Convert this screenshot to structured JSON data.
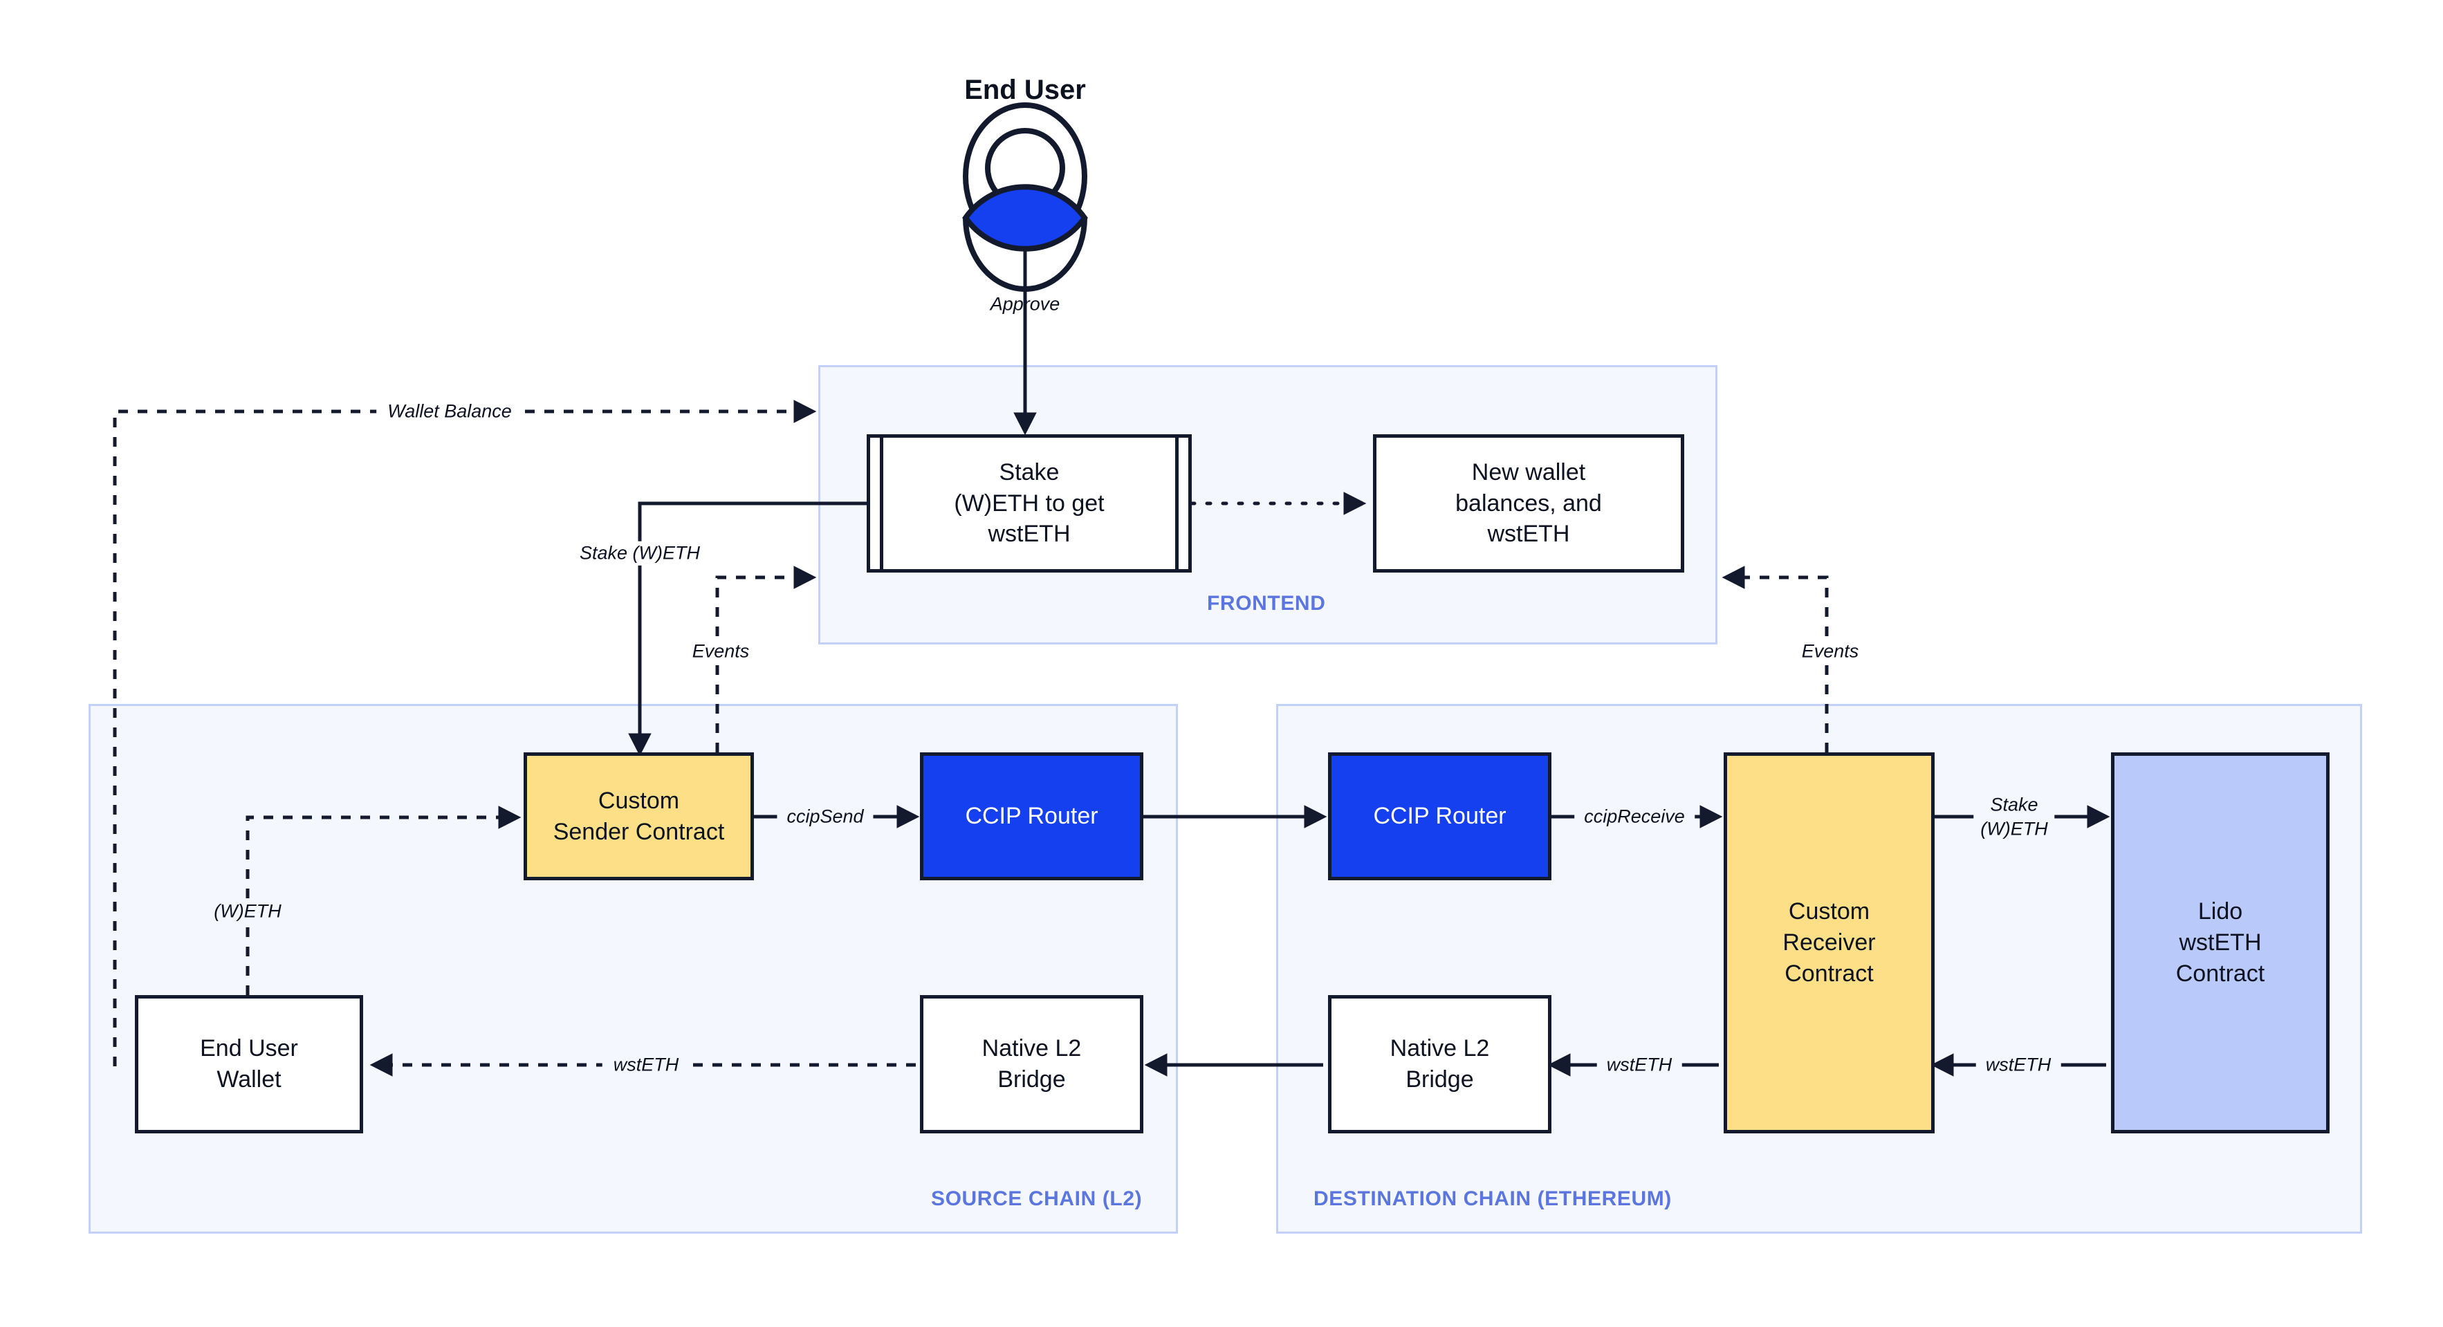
{
  "diagram": {
    "title": "CCIP cross-chain wstETH staking architecture",
    "colors": {
      "ccip_blue": "#1440f0",
      "contract_yellow": "#fcdf87",
      "lido_blue": "#b9c9fa",
      "zone_fill": "#f5f7fe",
      "zone_border": "#c3d0fb",
      "zone_label": "#5b76de",
      "stroke": "#141a2e",
      "avatar_blue": "#1440f0"
    }
  },
  "actor": {
    "label": "End User",
    "icon": "user-avatar-icon"
  },
  "zones": [
    {
      "id": "frontend",
      "label": "FRONTEND"
    },
    {
      "id": "source",
      "label": "SOURCE CHAIN (L2)"
    },
    {
      "id": "destination",
      "label": "DESTINATION CHAIN (ETHEREUM)"
    }
  ],
  "nodes": [
    {
      "id": "stake-ui",
      "label": "Stake\n(W)ETH to get\nwstETH",
      "zone": "frontend",
      "style": "subroutine"
    },
    {
      "id": "new-balances",
      "label": "New wallet\nbalances, and\nwstETH",
      "zone": "frontend",
      "style": "plain"
    },
    {
      "id": "sender-contract",
      "label": "Custom\nSender Contract",
      "zone": "source",
      "style": "yellow"
    },
    {
      "id": "ccip-router-src",
      "label": "CCIP Router",
      "zone": "source",
      "style": "ccip"
    },
    {
      "id": "end-user-wallet",
      "label": "End User\nWallet",
      "zone": "source",
      "style": "plain"
    },
    {
      "id": "native-bridge-src",
      "label": "Native L2\nBridge",
      "zone": "source",
      "style": "plain"
    },
    {
      "id": "ccip-router-dst",
      "label": "CCIP Router",
      "zone": "destination",
      "style": "ccip"
    },
    {
      "id": "receiver-contract",
      "label": "Custom\nReceiver\nContract",
      "zone": "destination",
      "style": "yellow"
    },
    {
      "id": "native-bridge-dst",
      "label": "Native L2\nBridge",
      "zone": "destination",
      "style": "plain"
    },
    {
      "id": "lido-contract",
      "label": "Lido\nwstETH\nContract",
      "zone": "destination",
      "style": "lido"
    }
  ],
  "edges": [
    {
      "id": "approve",
      "label": "Approve",
      "from": "end-user",
      "to": "stake-ui",
      "line": "solid"
    },
    {
      "id": "wallet-balance",
      "label": "Wallet Balance",
      "from": "end-user-wallet",
      "to": "stake-ui",
      "line": "dashed"
    },
    {
      "id": "stake-weth",
      "label": "Stake (W)ETH",
      "from": "stake-ui",
      "to": "sender-contract",
      "line": "solid"
    },
    {
      "id": "events-src",
      "label": "Events",
      "from": "sender-contract",
      "to": "frontend",
      "line": "dashed"
    },
    {
      "id": "weth",
      "label": "(W)ETH",
      "from": "end-user-wallet",
      "to": "sender-contract",
      "line": "dashed"
    },
    {
      "id": "ccip-send",
      "label": "ccipSend",
      "from": "sender-contract",
      "to": "ccip-router-src",
      "line": "solid"
    },
    {
      "id": "cross-chain",
      "label": "",
      "from": "ccip-router-src",
      "to": "ccip-router-dst",
      "line": "solid"
    },
    {
      "id": "ccip-receive",
      "label": "ccipReceive",
      "from": "ccip-router-dst",
      "to": "receiver-contract",
      "line": "solid"
    },
    {
      "id": "stake-weth-lido",
      "label": "Stake\n(W)ETH",
      "from": "receiver-contract",
      "to": "lido-contract",
      "line": "solid"
    },
    {
      "id": "wsteth-lido",
      "label": "wstETH",
      "from": "lido-contract",
      "to": "receiver-contract",
      "line": "solid"
    },
    {
      "id": "wsteth-bridge",
      "label": "wstETH",
      "from": "receiver-contract",
      "to": "native-bridge-dst",
      "line": "solid"
    },
    {
      "id": "bridge-xfer",
      "label": "",
      "from": "native-bridge-dst",
      "to": "native-bridge-src",
      "line": "solid"
    },
    {
      "id": "wsteth-wallet",
      "label": "wstETH",
      "from": "native-bridge-src",
      "to": "end-user-wallet",
      "line": "dashed"
    },
    {
      "id": "events-dst",
      "label": "Events",
      "from": "receiver-contract",
      "to": "new-balances",
      "line": "dashed"
    },
    {
      "id": "new-bal-flow",
      "label": "",
      "from": "stake-ui",
      "to": "new-balances",
      "line": "dotted"
    }
  ]
}
